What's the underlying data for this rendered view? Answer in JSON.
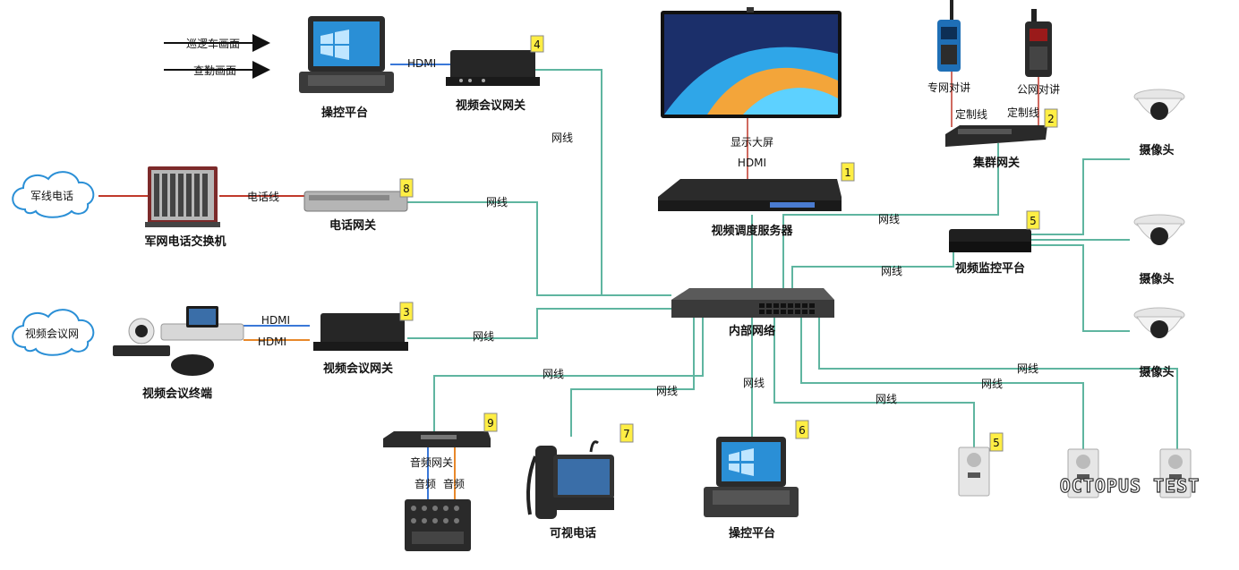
{
  "devices": {
    "control_platform_top": "操控平台",
    "video_conf_gateway_top": "视频会议网关",
    "display_screen": "显示大屏",
    "private_radio": "专网对讲",
    "public_radio": "公网对讲",
    "cluster_gateway": "集群网关",
    "camera": "摄像头",
    "military_phone": "军线电话",
    "military_exchange": "军网电话交换机",
    "phone_gateway": "电话网关",
    "video_dispatch_server": "视频调度服务器",
    "video_surveillance_platform": "视频监控平台",
    "video_conf_net": "视频会议网",
    "video_conf_terminal": "视频会议终端",
    "video_conf_gateway_mid": "视频会议网关",
    "internal_network": "内部网络",
    "audio_gateway": "音频网关",
    "video_phone": "可视电话",
    "control_platform_bottom": "操控平台"
  },
  "links": {
    "patrol_feed": "巡逻车画面",
    "duty_feed": "查勤画面",
    "hdmi": "HDMI",
    "network": "网线",
    "phone_line": "电话线",
    "custom_line": "定制线",
    "audio": "音频"
  },
  "badges": {
    "b1": "1",
    "b2": "2",
    "b3": "3",
    "b4": "4",
    "b5a": "5",
    "b5b": "5",
    "b6": "6",
    "b7": "7",
    "b8": "8",
    "b9": "9"
  },
  "watermark": "OCTOPUS TEST",
  "colors": {
    "network_line": "#5fb5a0",
    "hdmi_blue": "#3a78d8",
    "hdmi_orange": "#e8882a",
    "phone_red": "#c0392b",
    "badge_fill": "#ffee44"
  }
}
